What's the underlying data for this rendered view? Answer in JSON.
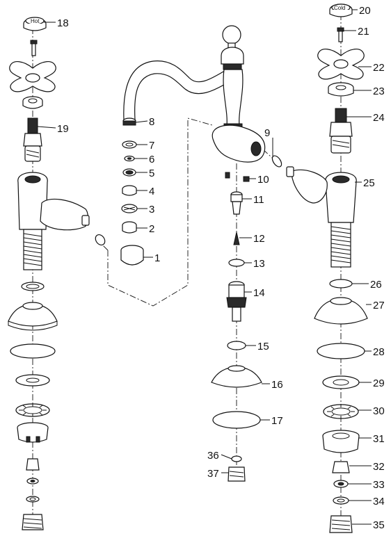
{
  "caps": {
    "hot": "Hot",
    "cold": "Cold"
  },
  "callouts": [
    "1",
    "2",
    "3",
    "4",
    "5",
    "6",
    "7",
    "8",
    "9",
    "10",
    "11",
    "12",
    "13",
    "14",
    "15",
    "16",
    "17",
    "18",
    "19",
    "20",
    "21",
    "22",
    "23",
    "24",
    "25",
    "26",
    "27",
    "28",
    "29",
    "30",
    "31",
    "32",
    "33",
    "34",
    "35",
    "36",
    "37"
  ]
}
